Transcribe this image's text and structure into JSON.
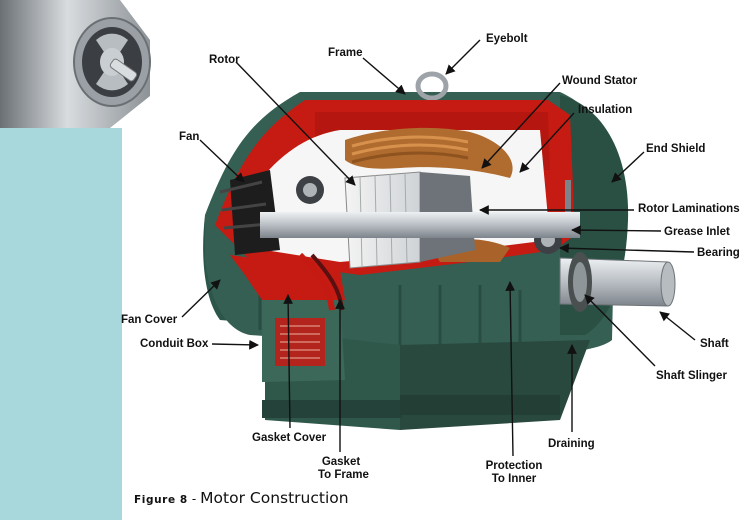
{
  "caption": {
    "figure": "Figure 8",
    "separator": "-",
    "title": "Motor Construction"
  },
  "labels": {
    "eyebolt": "Eyebolt",
    "frame": "Frame",
    "rotor": "Rotor",
    "wound_stator": "Wound Stator",
    "insulation": "Insulation",
    "end_shield": "End Shield",
    "fan": "Fan",
    "rotor_laminations": "Rotor Laminations",
    "grease_inlet": "Grease Inlet",
    "bearing": "Bearing",
    "fan_cover": "Fan Cover",
    "conduit_box": "Conduit Box",
    "shaft": "Shaft",
    "shaft_slinger": "Shaft Slinger",
    "draining": "Draining",
    "gasket_cover": "Gasket Cover",
    "gasket_to_frame_1": "Gasket",
    "gasket_to_frame_2": "To Frame",
    "protection_to_inner_1": "Protection",
    "protection_to_inner_2": "To Inner"
  },
  "colors": {
    "background": "#a9d8dc",
    "panel": "#ffffff",
    "housing": "#2e5a4e",
    "cutaway": "#c41a12",
    "windings": "#b87333",
    "shaft": "#c8ccd0"
  }
}
